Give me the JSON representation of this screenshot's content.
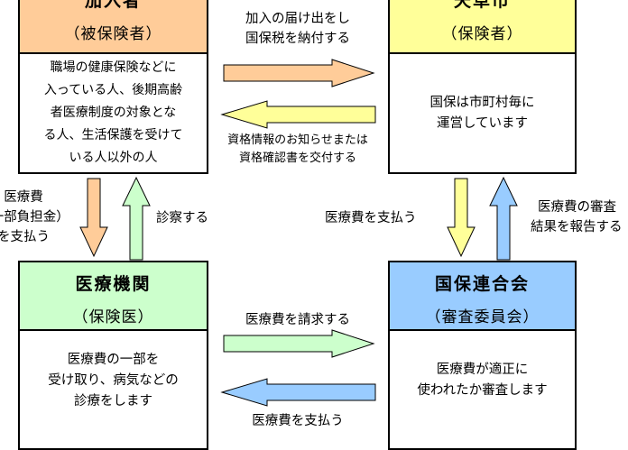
{
  "nodes": {
    "member": {
      "title": "加入者",
      "subtitle": "（被保険者）",
      "lines": [
        "職場の健康保険などに",
        "入っている人、後期高齢",
        "者医療制度の対象とな",
        "る人、生活保護を受けて",
        "いる人以外の人"
      ],
      "color": "#FFCC99"
    },
    "city": {
      "title": "天草市",
      "subtitle": "（保険者）",
      "lines": [
        "国保は市町村毎に",
        "運営しています"
      ],
      "color": "#FFFF99"
    },
    "hospital": {
      "title": "医療機関",
      "subtitle": "（保険医）",
      "lines": [
        "医療費の一部を",
        "受け取り、病気などの",
        "診療をします"
      ],
      "color": "#CCFFCC"
    },
    "federation": {
      "title": "国保連合会",
      "subtitle": "（審査委員会）",
      "lines": [
        "医療費が適正に",
        "使われたか審査します"
      ],
      "color": "#99CCFF"
    }
  },
  "flows": {
    "member_to_city": {
      "lines": [
        "加入の届け出をし",
        "国保税を納付する"
      ],
      "color": "#FFCC99"
    },
    "city_to_member": {
      "lines": [
        "資格情報のお知らせまたは",
        "資格確認書を交付する"
      ],
      "color": "#FFFF99"
    },
    "member_to_hospital": {
      "lines": [
        "医療費",
        "（一部負担金）",
        "を支払う"
      ],
      "color": "#FFCC99"
    },
    "hospital_to_member": {
      "lines": [
        "診察する"
      ],
      "color": "#CCFFCC"
    },
    "city_to_federation": {
      "lines": [
        "医療費を支払う"
      ],
      "color": "#FFFF99"
    },
    "federation_to_city": {
      "lines": [
        "医療費の審査",
        "結果を報告する"
      ],
      "color": "#99CCFF"
    },
    "hospital_to_federation": {
      "lines": [
        "医療費を請求する"
      ],
      "color": "#CCFFCC"
    },
    "federation_to_hospital": {
      "lines": [
        "医療費を支払う"
      ],
      "color": "#99CCFF"
    }
  }
}
